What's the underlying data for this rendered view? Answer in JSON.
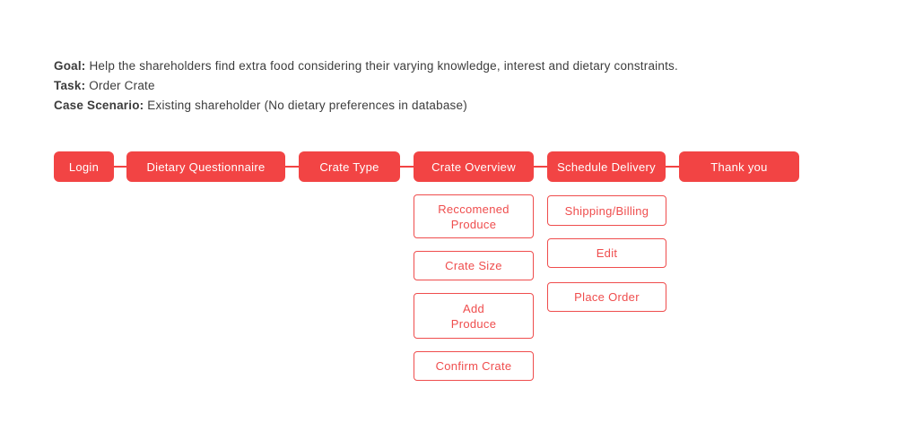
{
  "theme": {
    "accent_fill": "#F24444",
    "accent_outline": "#EF4D4D",
    "text_dark": "#3C3C3C",
    "background": "#FFFFFF"
  },
  "brief": {
    "goal_label": "Goal:",
    "goal_text": " Help the shareholders find extra food considering their varying knowledge, interest and dietary constraints.",
    "task_label": "Task:",
    "task_text": " Order Crate",
    "scenario_label": "Case Scenario:",
    "scenario_text": " Existing shareholder (No dietary preferences in database)"
  },
  "flow": {
    "steps": [
      {
        "label": "Login"
      },
      {
        "label": "Dietary Questionnaire"
      },
      {
        "label": "Crate Type"
      },
      {
        "label": "Crate Overview",
        "substeps": [
          "Reccomened\nProduce",
          "Crate Size",
          "Add\nProduce",
          "Confirm Crate"
        ]
      },
      {
        "label": "Schedule Delivery",
        "substeps": [
          "Shipping/Billing",
          "Edit",
          "Place Order"
        ]
      },
      {
        "label": "Thank you"
      }
    ]
  }
}
